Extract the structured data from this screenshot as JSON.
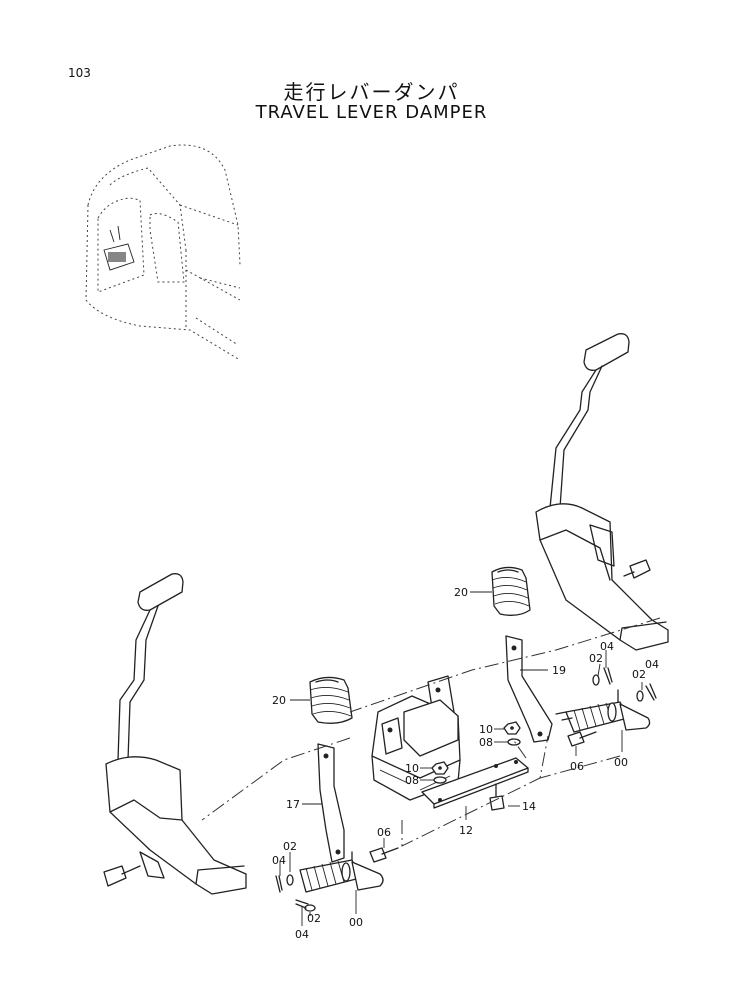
{
  "page": {
    "number": "103"
  },
  "title": {
    "japanese": "走行レバーダンパ",
    "english": "TRAVEL LEVER DAMPER"
  },
  "callouts": [
    {
      "id": "20-right",
      "text": "20"
    },
    {
      "id": "04-right-top",
      "text": "04"
    },
    {
      "id": "02-right-mid",
      "text": "02"
    },
    {
      "id": "19",
      "text": "19"
    },
    {
      "id": "02-right-far",
      "text": "02"
    },
    {
      "id": "04-right-far",
      "text": "04"
    },
    {
      "id": "20-left",
      "text": "20"
    },
    {
      "id": "10-upper",
      "text": "10"
    },
    {
      "id": "08-upper",
      "text": "08"
    },
    {
      "id": "10-lower",
      "text": "10"
    },
    {
      "id": "08-lower",
      "text": "08"
    },
    {
      "id": "06-right",
      "text": "06"
    },
    {
      "id": "00-right",
      "text": "00"
    },
    {
      "id": "17",
      "text": "17"
    },
    {
      "id": "14",
      "text": "14"
    },
    {
      "id": "12",
      "text": "12"
    },
    {
      "id": "06-left",
      "text": "06"
    },
    {
      "id": "02-left-top",
      "text": "02"
    },
    {
      "id": "04-left-top",
      "text": "04"
    },
    {
      "id": "02-left-bottom",
      "text": "02"
    },
    {
      "id": "04-left-bottom",
      "text": "04"
    },
    {
      "id": "00-left",
      "text": "00"
    }
  ]
}
